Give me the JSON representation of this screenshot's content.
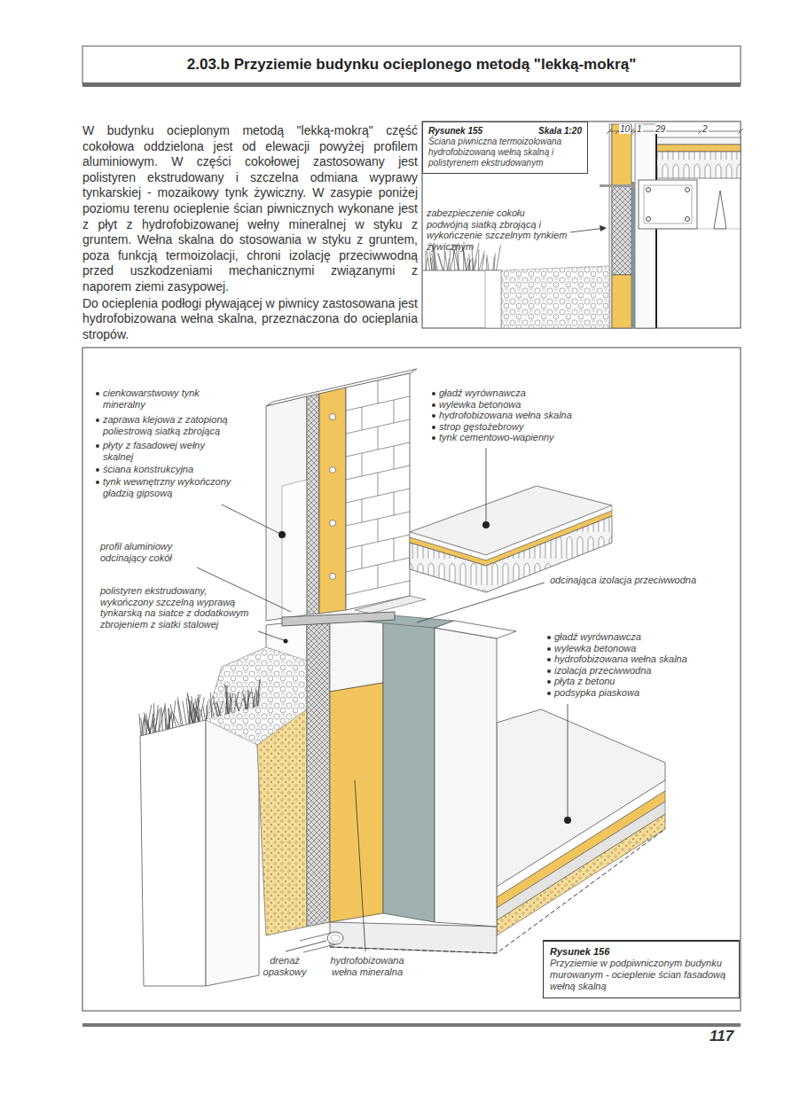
{
  "diagram": {
    "title": "2.03.b Przyziemie budynku ocieplonego metodą \"lekką-mokrą\"",
    "nodes": [
      {
        "text": [
          "Rysunek 155",
          "Skala 1:20",
          "Ściana piwniczna termoizolowana hydrofobizowaną wełną skalną i polistyrenem ekstrudowanym"
        ]
      },
      {
        "text": [
          "Rysunek 156",
          "Przyziemie w podpiwniczonym budynku murowanym - ocieplenie ścian fasadową wełną skalną"
        ]
      }
    ],
    "labels": [
      "W budynku ocieplonym metodą \"lekką-mokrą\" część cokołowa oddzielona jest od elewacji powyżej profilem aluminiowym. W części cokołowej zastosowany jest polistyren ekstrudowany i szczelna odmiana wyprawy tynkarskiej - mozaikowy tynk żywiczny. W zasypie poniżej poziomu terenu ocieplenie ścian piwnicznych wykonane jest z płyt z hydrofobizowanej wełny mineralnej w styku z gruntem. Wełna skalna do stosowania w styku z gruntem, poza funkcją termoizolacji, chroni izolację przeciwwodną przed uszkodzeniami mechanicznymi związanymi z naporem ziemi zasypowej.",
      "Do ocieplenia podłogi pływającej w piwnicy zastosowana jest hydrofobizowana wełna skalna, przeznaczona do ocieplania stropów.",
      "10",
      "1",
      "29",
      "2",
      "zabezpieczenie cokołu podwójną siatką zbrojącą i wykończenie szczelnym tynkiem żywicznym",
      "cienkowarstwowy tynk mineralny",
      "zaprawa klejowa z zatopioną poliestrową siatką zbrojącą",
      "płyty z fasadowej wełny skalnej",
      "ściana konstrukcyjna",
      "tynk wewnętrzny wykończony gładzią gipsową",
      "profil aluminiowy odcinający cokół",
      "polistyren ekstrudowany, wykończony szczelną wyprawą tynkarską na siatce z dodatkowym zbrojeniem z siatki stalowej",
      "gładź wyrównawcza",
      "wylewka betonowa",
      "hydrofobizowana wełna skalna",
      "strop gęstożebrowy",
      "tynk cementowo-wapienny",
      "odcinająca izolacja przeciwwodna",
      "gładź wyrównawcza",
      "wylewka betonowa",
      "hydrofobizowana wełna skalna",
      "izolacja przeciwwodna",
      "płyta z betonu",
      "podsypka piaskowa",
      "drenaż opaskowy",
      "hydrofobizowana wełna mineralna",
      "117"
    ]
  }
}
